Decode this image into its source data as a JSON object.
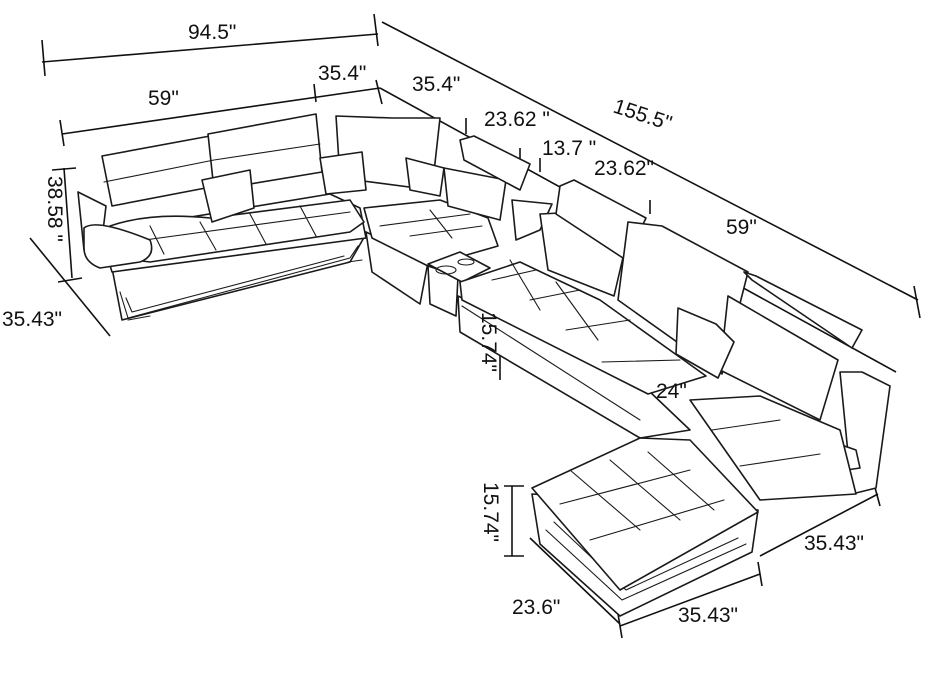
{
  "dimensions": {
    "top_overall_width": "94.5\"",
    "left_section_width": "59\"",
    "corner_width": "35.4\"",
    "corner_depth": "35.4\"",
    "overall_length": "155.5\"",
    "seat_width_a": "23.62 \"",
    "console_width": "13.7 \"",
    "seat_width_b": "23.62\"",
    "right_section_length": "59\"",
    "back_height": "38.58 \"",
    "left_depth": "35.43\"",
    "seat_height": "15.74\"",
    "seat_depth": "24\"",
    "chaise_height": "15.74\"",
    "chaise_end_depth": "35.43\"",
    "chaise_width": "23.6\"",
    "chaise_length": "35.43\""
  }
}
